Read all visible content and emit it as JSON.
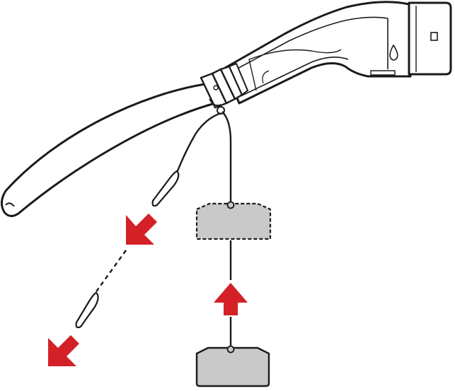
{
  "illustration": {
    "subject": "charging-connector-cap-removal",
    "colors": {
      "background": "#ffffff",
      "outline": "#1a1a1a",
      "body_fill": "#ffffff",
      "cap_fill": "#c9c9c9",
      "arrow": "#d42027"
    },
    "elements": {
      "cable": "charging-cable",
      "connector": "charging-connector-handle",
      "tether": "cap-tether-strap",
      "cap_installed": "protective-cap-dashed",
      "cap_removed": "protective-cap",
      "arrows": [
        "arrow-down-left",
        "arrow-down-left",
        "arrow-up"
      ]
    }
  }
}
